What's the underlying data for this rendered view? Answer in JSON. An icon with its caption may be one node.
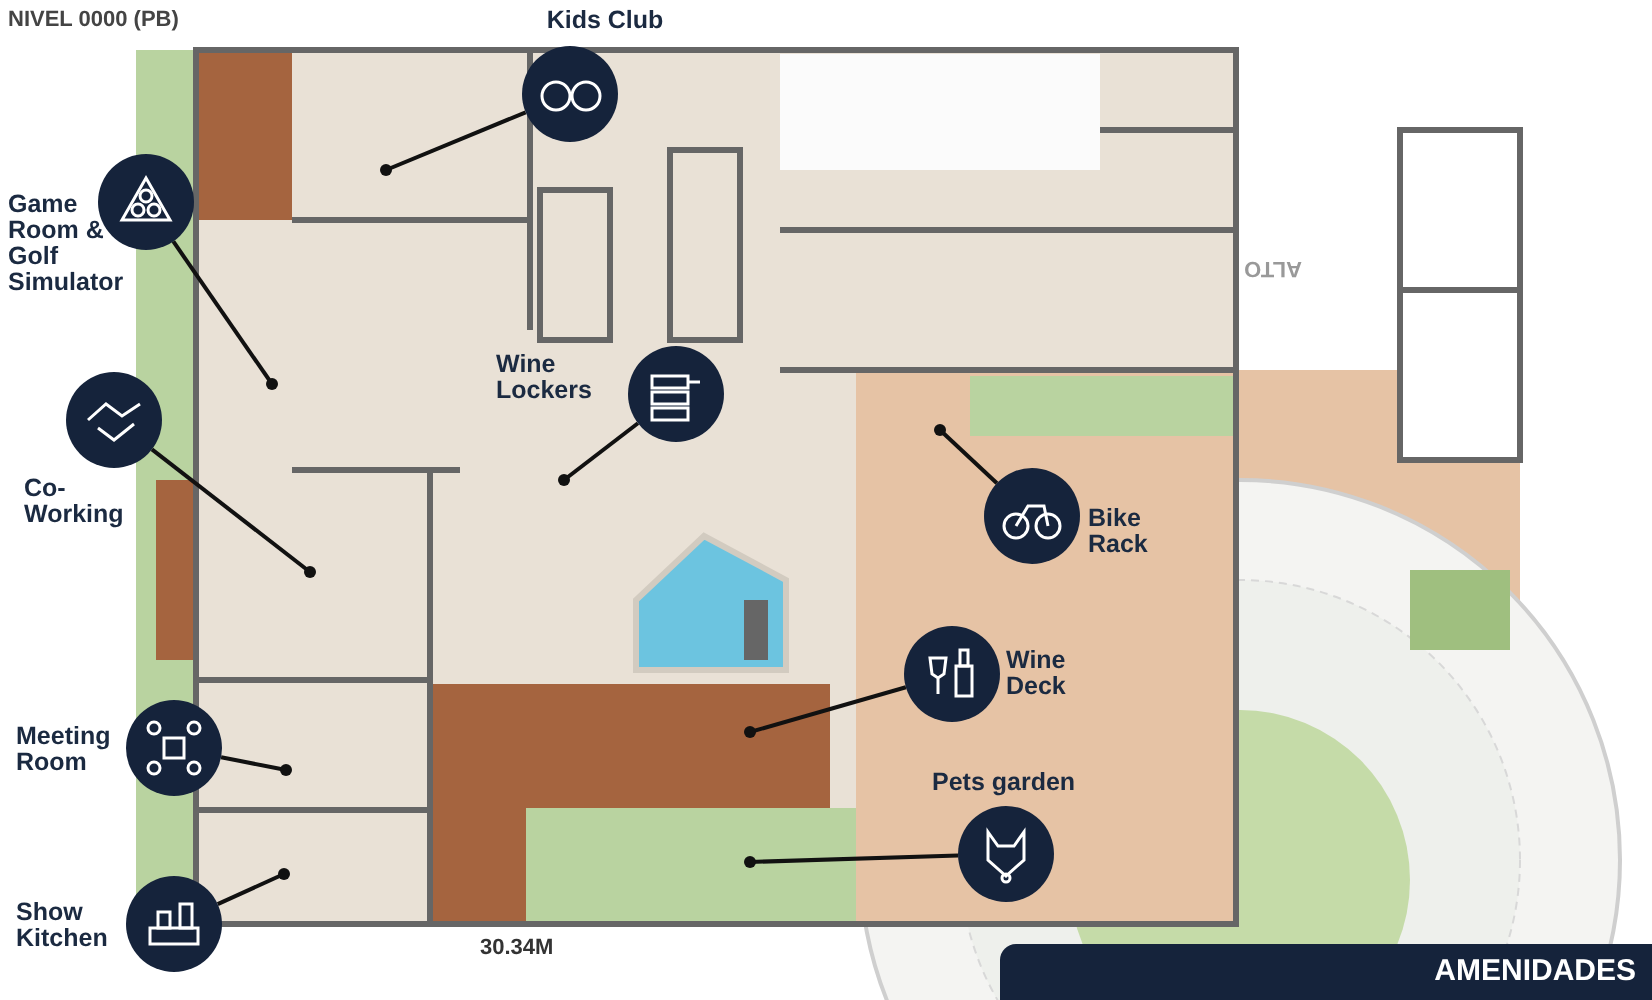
{
  "diagram": {
    "title": "AMENIDADES",
    "nodes": [
      {
        "text": [
          "Kids Club"
        ]
      },
      {
        "text": [
          "Game Room & Golf Simulator"
        ]
      },
      {
        "text": [
          "Wine Lockers"
        ]
      },
      {
        "text": [
          "Co-Working"
        ]
      },
      {
        "text": [
          "Bike Rack"
        ]
      },
      {
        "text": [
          "Wine Deck"
        ]
      },
      {
        "text": [
          "Meeting Room"
        ]
      },
      {
        "text": [
          "Pets garden"
        ]
      },
      {
        "text": [
          "Show Kitchen"
        ]
      }
    ],
    "edges": [
      {
        "from": 0,
        "to": null,
        "arrow": "other"
      },
      {
        "from": 1,
        "to": null,
        "arrow": "other"
      },
      {
        "from": 2,
        "to": null,
        "arrow": "other"
      },
      {
        "from": 3,
        "to": null,
        "arrow": "other"
      },
      {
        "from": 4,
        "to": null,
        "arrow": "other"
      },
      {
        "from": 5,
        "to": null,
        "arrow": "other"
      },
      {
        "from": 6,
        "to": null,
        "arrow": "other"
      },
      {
        "from": 7,
        "to": null,
        "arrow": "other"
      },
      {
        "from": 8,
        "to": null,
        "arrow": "other"
      }
    ],
    "labels": [
      "NIVEL 0000 (PB)",
      "ALTO",
      "30.34M"
    ]
  }
}
